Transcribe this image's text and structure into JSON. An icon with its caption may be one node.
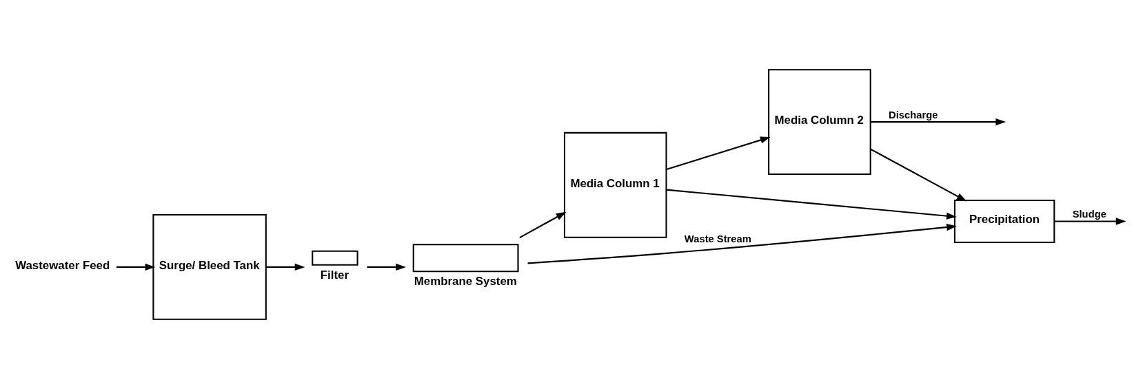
{
  "diagram": {
    "nodes": [
      {
        "text": [
          "Wastewater Feed"
        ]
      },
      {
        "text": [
          "Surge/ Bleed Tank"
        ]
      },
      {
        "text": [],
        "shape": "box",
        "beside": [
          "Filter"
        ]
      },
      {
        "text": [],
        "shape": "box",
        "beside": [
          "Membrane System"
        ]
      },
      {
        "text": [
          "Media Column 1"
        ]
      },
      {
        "text": [
          "Media Column 2"
        ]
      },
      {
        "text": [
          "Precipitation"
        ]
      }
    ],
    "edges": [
      {
        "from": 0,
        "to": 1,
        "arrow": "to"
      },
      {
        "from": 1,
        "to": 2,
        "arrow": "to"
      },
      {
        "from": 2,
        "to": 3,
        "arrow": "to"
      },
      {
        "from": 3,
        "to": 4,
        "arrow": "to"
      },
      {
        "from": 4,
        "to": 5,
        "arrow": "to"
      },
      {
        "from": 3,
        "to": 6,
        "arrow": "to",
        "label": "Waste Stream"
      },
      {
        "from": 4,
        "to": 6,
        "arrow": "to"
      },
      {
        "from": 5,
        "to": 6,
        "arrow": "to"
      },
      {
        "from": 6,
        "to": null,
        "arrow": "to",
        "label": "Sludge"
      },
      {
        "from": 5,
        "to": null,
        "arrow": "to",
        "label": "Discharge"
      }
    ]
  }
}
